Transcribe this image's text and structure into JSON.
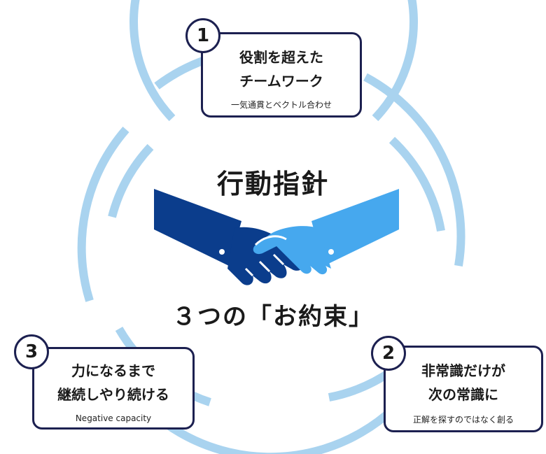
{
  "center": {
    "title": "行動指針",
    "subtitle": "３つの「お約束」"
  },
  "principles": [
    {
      "number": "1",
      "heading": "役割を超えた\nチームワーク",
      "caption": "一気通貫とベクトル合わせ"
    },
    {
      "number": "2",
      "heading": "非常識だけが\n次の常識に",
      "caption": "正解を探すのではなく創る"
    },
    {
      "number": "3",
      "heading": "力になるまで\n継続しやり続ける",
      "caption": "Negative capacity"
    }
  ],
  "colors": {
    "ring": "#a9d3ef",
    "card_border": "#1c2050",
    "hand_left": "#0b3d8c",
    "hand_right": "#46a8ee"
  },
  "icons": [
    "handshake-icon"
  ]
}
